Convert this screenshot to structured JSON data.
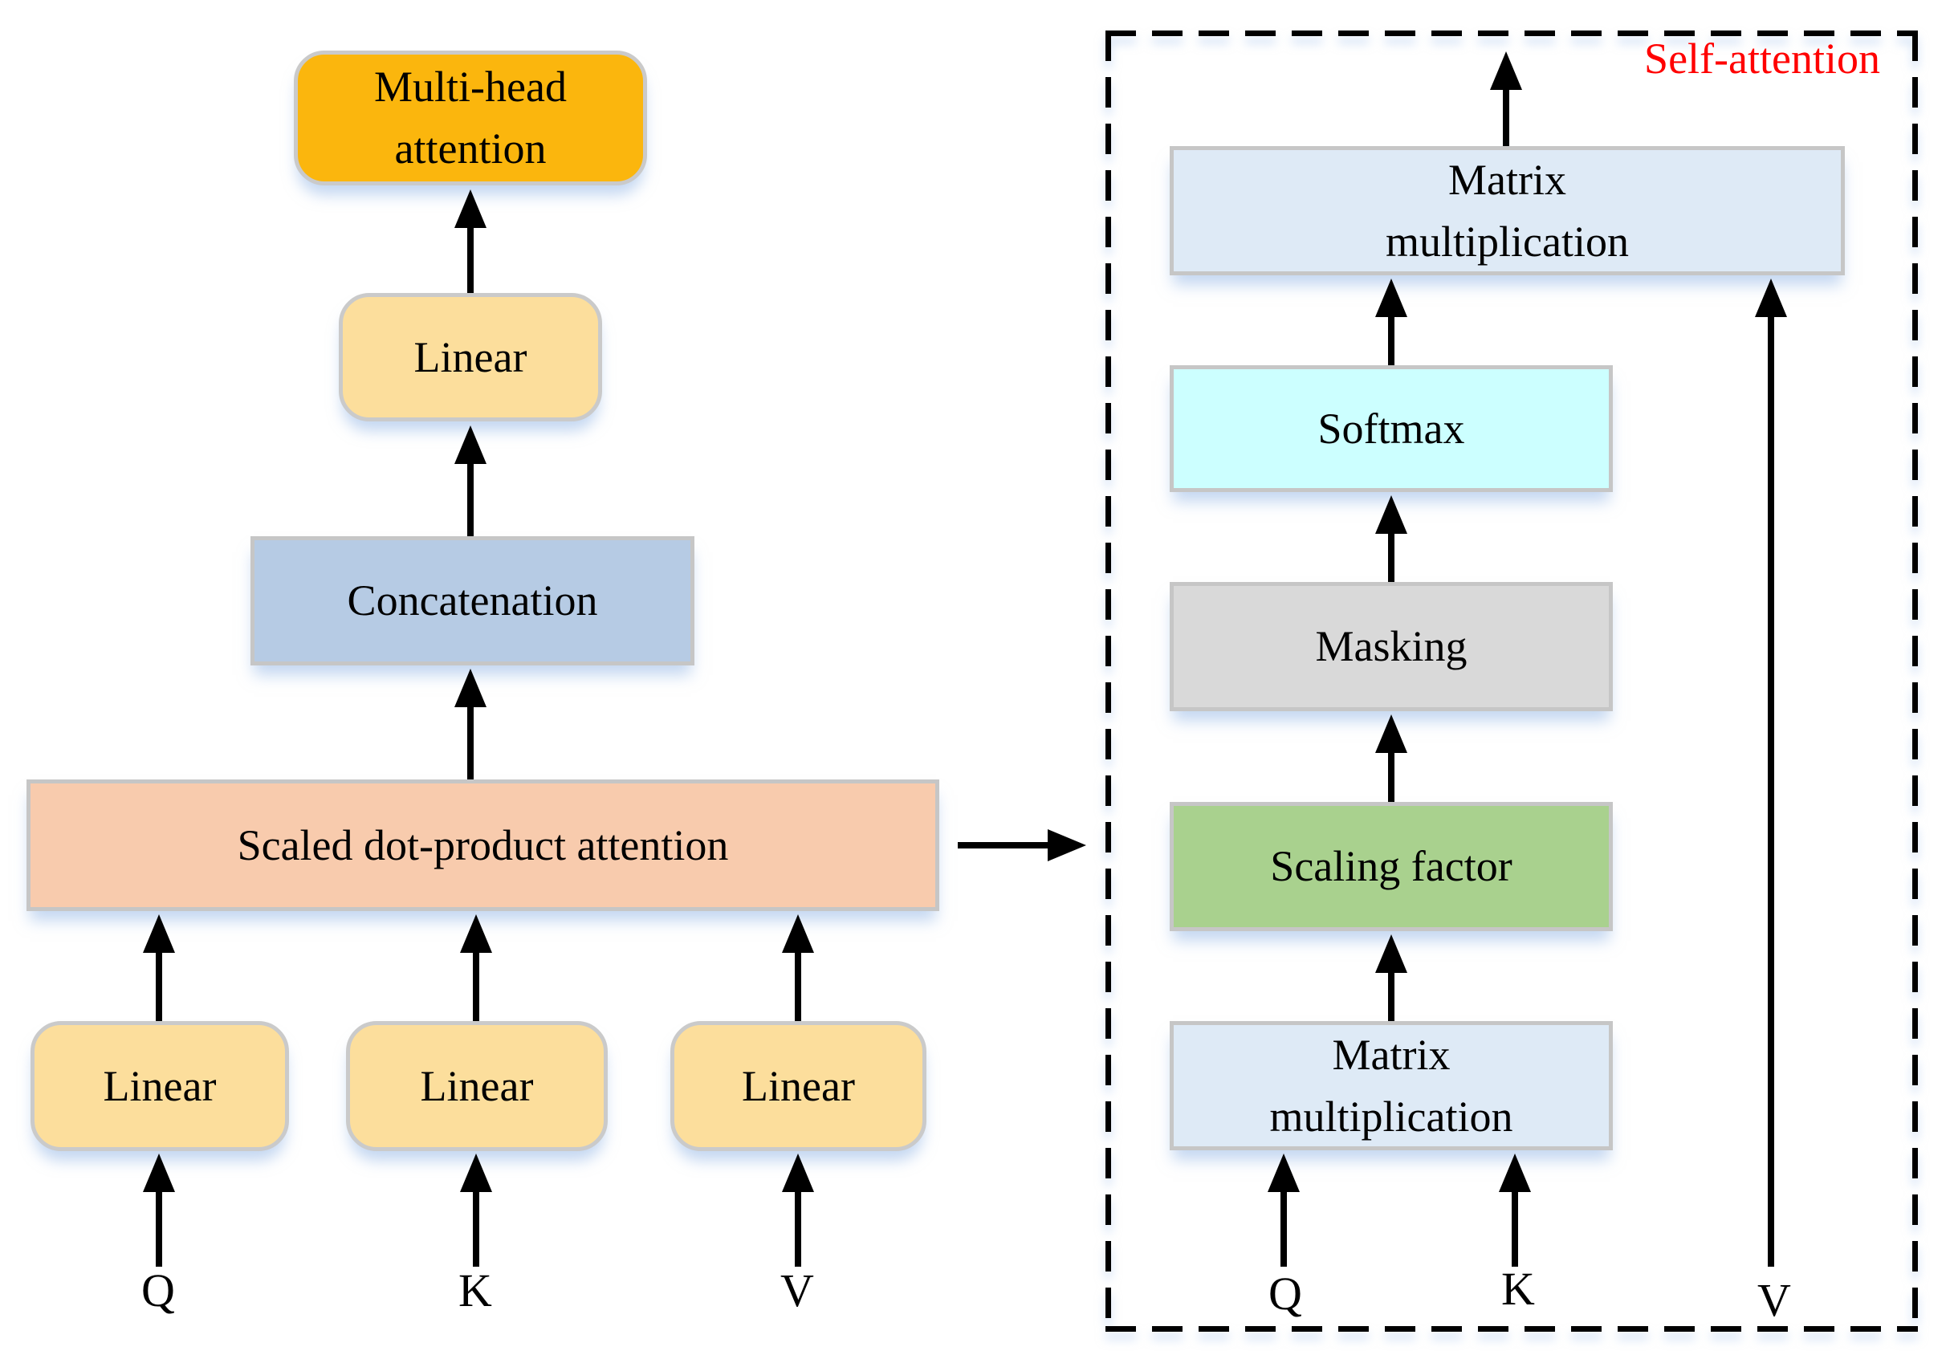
{
  "left_diagram": {
    "multi_head_label": "Multi-head\nattention",
    "linear_top_label": "Linear",
    "concatenation_label": "Concatenation",
    "scaled_attention_label": "Scaled dot-product attention",
    "linear_q_label": "Linear",
    "linear_k_label": "Linear",
    "linear_v_label": "Linear",
    "input_q": "Q",
    "input_k": "K",
    "input_v": "V"
  },
  "self_attention": {
    "region_label": "Self-attention",
    "matrix_multiplication_top_label": "Matrix\nmultiplication",
    "softmax_label": "Softmax",
    "masking_label": "Masking",
    "scaling_factor_label": "Scaling factor",
    "matrix_multiplication_bottom_label": "Matrix\nmultiplication",
    "input_q": "Q",
    "input_k": "K",
    "input_v": "V"
  },
  "colors": {
    "multi_head_fill": "#FBB60D",
    "linear_fill": "#FCDE9C",
    "concatenation_fill": "#B6CBE4",
    "scaled_attention_fill": "#F8CBAD",
    "matrix_multiplication_fill": "#DEEAF6",
    "softmax_fill": "#CCFFFF",
    "masking_fill": "#D9D9D9",
    "scaling_factor_fill": "#A9D18E",
    "region_label_color": "#FF0000",
    "box_border": "#C6C6C6",
    "arrow_color": "#000000"
  }
}
